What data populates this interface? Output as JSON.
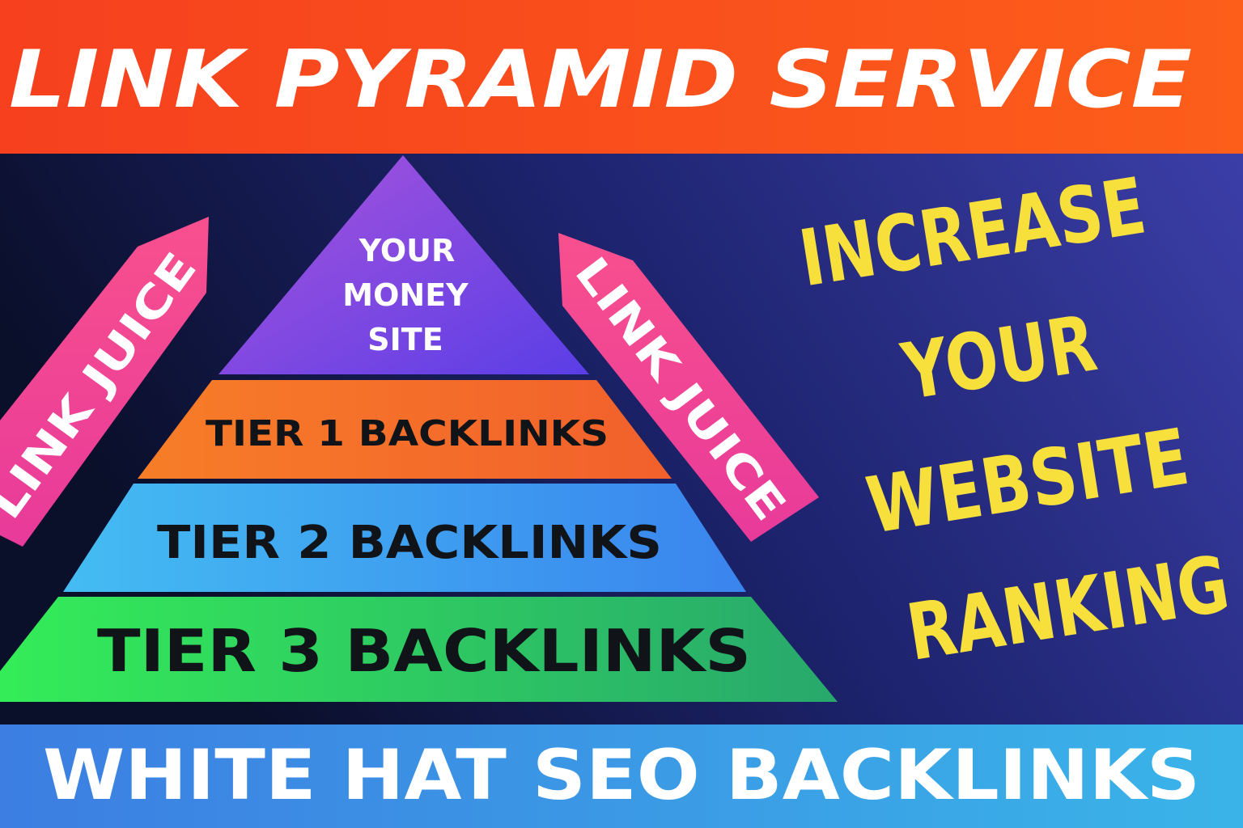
{
  "header": {
    "title": "LINK PYRAMID SERVICE"
  },
  "pyramid": {
    "top_lines": [
      "YOUR",
      "MONEY",
      "SITE"
    ],
    "tiers": [
      "TIER 1 BACKLINKS",
      "TIER 2 BACKLINKS",
      "TIER 3 BACKLINKS"
    ]
  },
  "arrows": {
    "left_label": "LINK JUICE",
    "right_label": "LINK JUICE"
  },
  "slogan": {
    "lines": [
      "INCREASE",
      "YOUR",
      "WEBSITE",
      "RANKING"
    ]
  },
  "footer": {
    "title": "WHITE HAT SEO BACKLINKS"
  },
  "colors": {
    "header_bg": "#fb4a1c",
    "background": "#1c2468",
    "apex": "#7a48e4",
    "tier1": "#f5702a",
    "tier2": "#3aa0f0",
    "tier3": "#30d860",
    "arrow": "#f0508c",
    "slogan": "#f8e03c",
    "footer_bg": "#3c8fe4"
  }
}
